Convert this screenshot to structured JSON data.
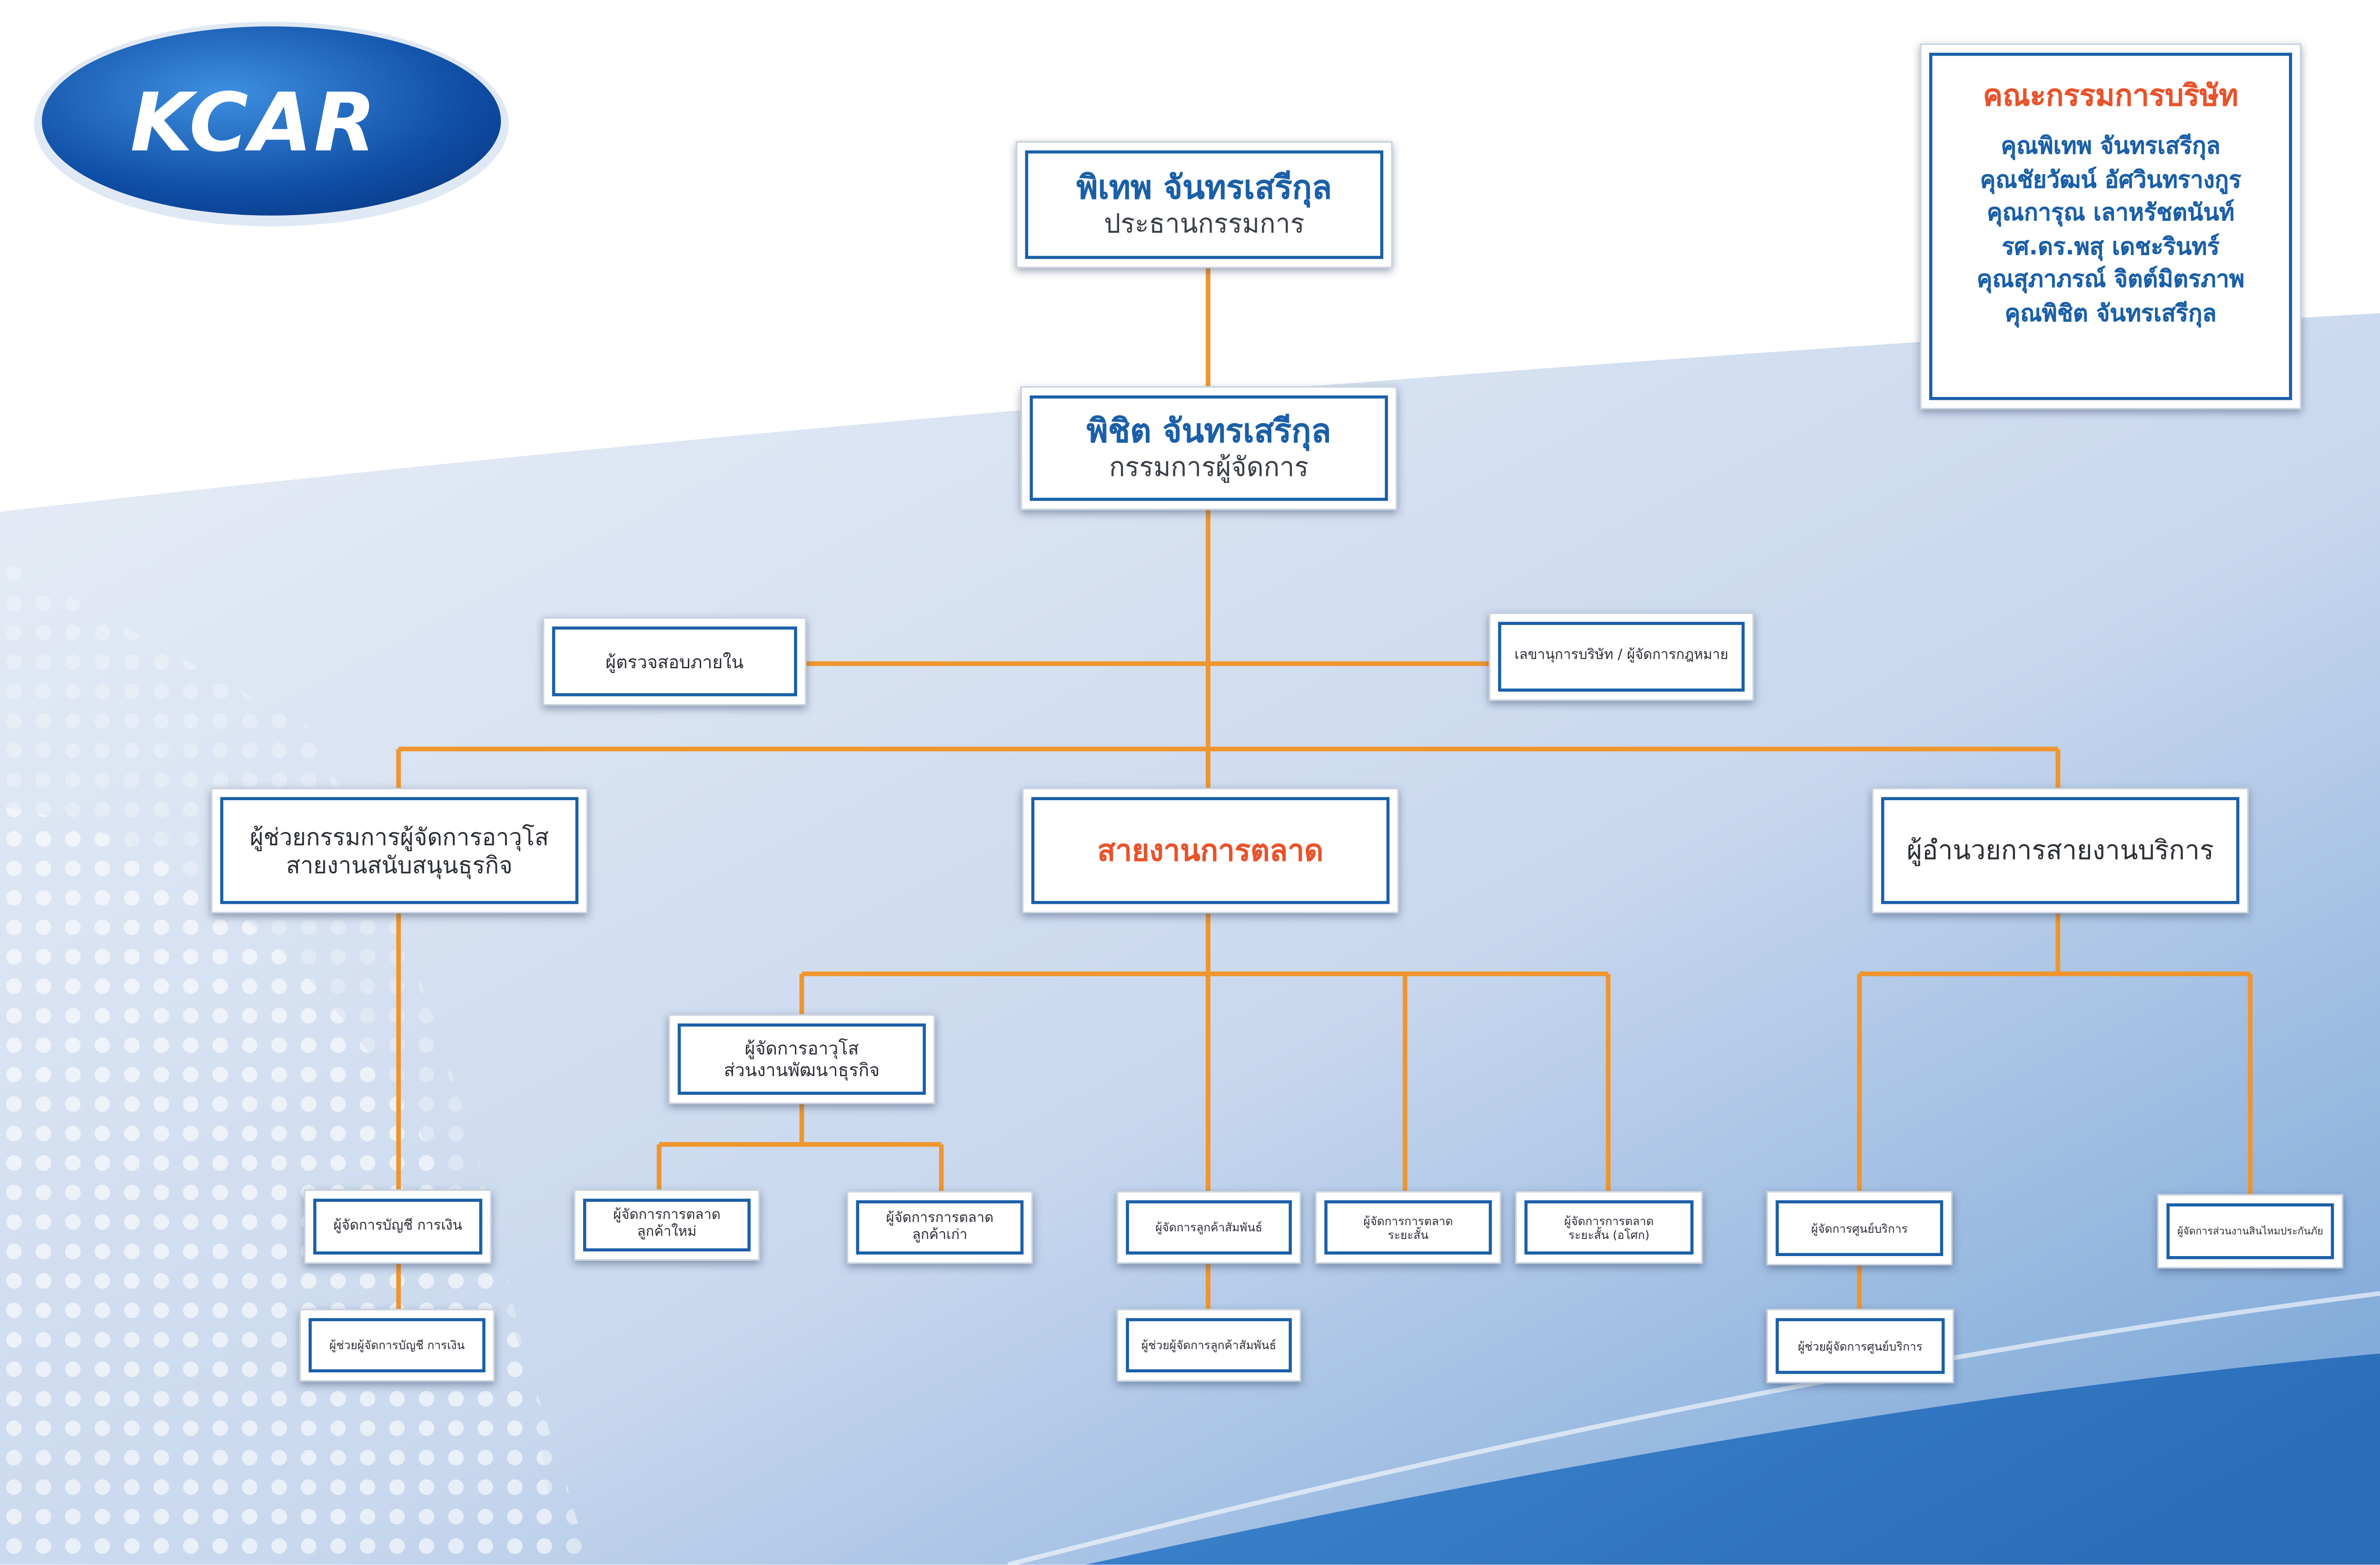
{
  "logo": {
    "text": "KCAR"
  },
  "colors": {
    "brand_blue": "#1a5fa8",
    "accent_orange": "#e8532b",
    "connector": "#f0952e"
  },
  "board": {
    "title": "คณะกรรมการบริษัท",
    "members": [
      "คุณพิเทพ  จันทรเสรีกุล",
      "คุณชัยวัฒน์ อัศวินทรางกูร",
      "คุณการุณ  เลาหรัชตนันท์",
      "รศ.ดร.พสุ เดชะรินทร์",
      "คุณสุภาภรณ์  จิตต์มิตรภาพ",
      "คุณพิชิต  จันทรเสรีกุล"
    ]
  },
  "chairman": {
    "name": "พิเทพ จันทรเสรีกุล",
    "title": "ประธานกรรมการ"
  },
  "md": {
    "name": "พิชิต จันทรเสรีกุล",
    "title": "กรรมการผู้จัดการ"
  },
  "internal_auditor": "ผู้ตรวจสอบภายใน",
  "secretary": "เลขานุการบริษัท / ผู้จัดการกฎหมาย",
  "divisions": {
    "support": {
      "line1": "ผู้ช่วยกรรมการผู้จัดการอาวุโส",
      "line2": "สายงานสนับสนุนธุรกิจ"
    },
    "marketing": "สายงานการตลาด",
    "service": "ผู้อำนวยการสายงานบริการ"
  },
  "bizdev": {
    "line1": "ผู้จัดการอาวุโส",
    "line2": "ส่วนงานพัฒนาธุรกิจ"
  },
  "finance_mgr": "ผู้จัดการบัญชี การเงิน",
  "finance_asst": "ผู้ช่วยผู้จัดการบัญชี การเงิน",
  "mkt_new": {
    "line1": "ผู้จัดการการตลาด",
    "line2": "ลูกค้าใหม่"
  },
  "mkt_old": {
    "line1": "ผู้จัดการการตลาด",
    "line2": "ลูกค้าเก่า"
  },
  "cr_mgr": "ผู้จัดการลูกค้าสัมพันธ์",
  "cr_asst": "ผู้ช่วยผู้จัดการลูกค้าสัมพันธ์",
  "mkt_short": {
    "line1": "ผู้จัดการการตลาด",
    "line2": "ระยะสั้น"
  },
  "mkt_short_outlet": {
    "line1": "ผู้จัดการการตลาด",
    "line2": "ระยะสั้น (อโศก)"
  },
  "svc_mgr": "ผู้จัดการศูนย์บริการ",
  "svc_asst": "ผู้ช่วยผู้จัดการศูนย์บริการ",
  "product_mgr": "ผู้จัดการส่วนงานสินไหมประกันภัย"
}
